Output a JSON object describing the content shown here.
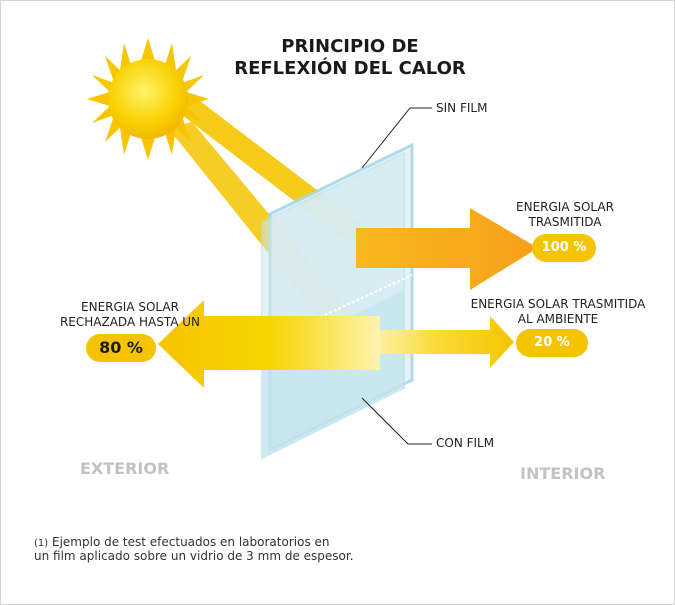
{
  "title": {
    "line1": "PRINCIPIO DE",
    "line2": "REFLEXIÓN DEL CALOR"
  },
  "labels": {
    "sin_film": "SIN FILM",
    "con_film": "CON FILM",
    "transmitida_line1": "ENERGIA SOLAR",
    "transmitida_line2": "TRASMITIDA",
    "transmitida_value": "100 %",
    "ambiente_line1": "ENERGIA SOLAR TRASMITIDA",
    "ambiente_line2": "AL AMBIENTE",
    "ambiente_value": "20 %",
    "rechazada_line1": "ENERGIA SOLAR",
    "rechazada_line2": "RECHAZADA HASTA UN",
    "rechazada_value": "80 %"
  },
  "zones": {
    "exterior": "EXTERIOR",
    "interior": "INTERIOR"
  },
  "footnote": {
    "marker": "(1)",
    "line1": "Ejemplo de test efectuados en laboratorios en",
    "line2": "un film aplicado sobre un vidrio de 3 mm de espesor."
  },
  "colors": {
    "sun": "#f7c600",
    "beam": "#f5c400",
    "transmitted_arrow": "#f7a91f",
    "glass_edge": "#a8d8e6",
    "glass_fill": "#d8eef4",
    "zone_text": "#c2c2c2"
  }
}
